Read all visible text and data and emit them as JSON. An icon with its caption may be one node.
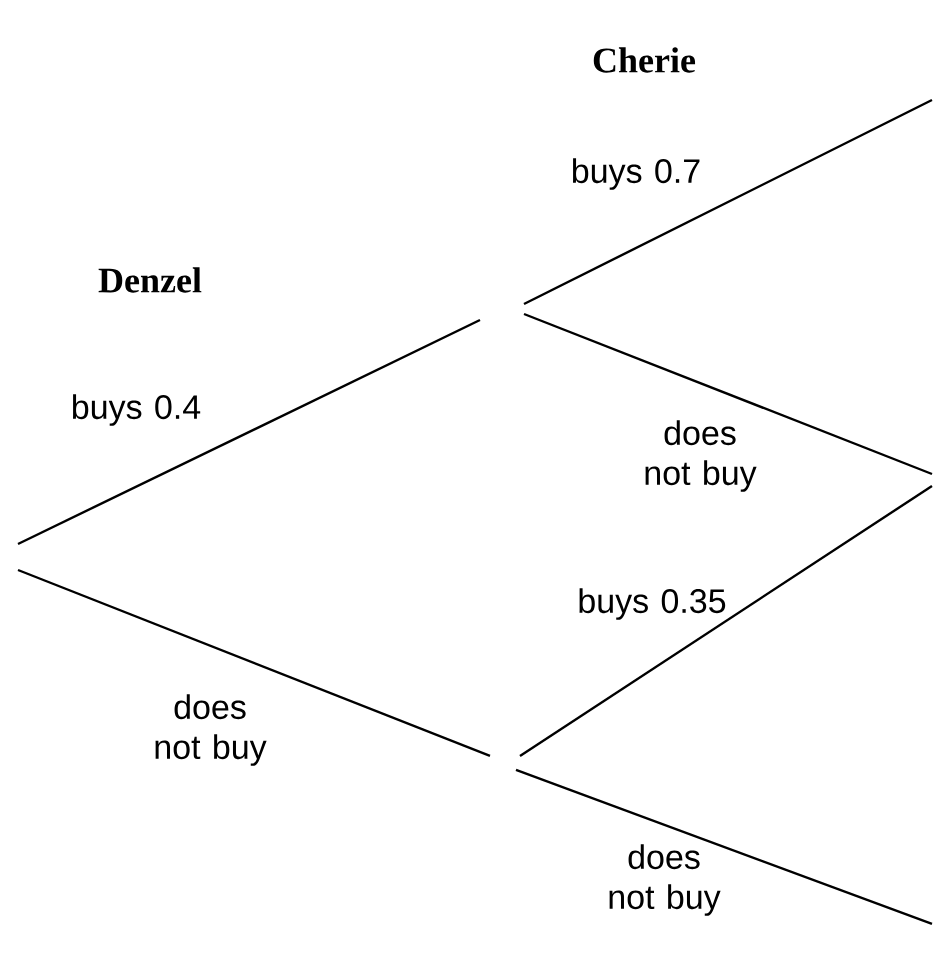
{
  "diagram": {
    "labels": [
      "Cherie",
      "buys 0.7",
      "Denzel",
      "buys 0.4",
      "does not buy",
      "buys 0.35",
      "does not buy",
      "does not buy"
    ]
  }
}
